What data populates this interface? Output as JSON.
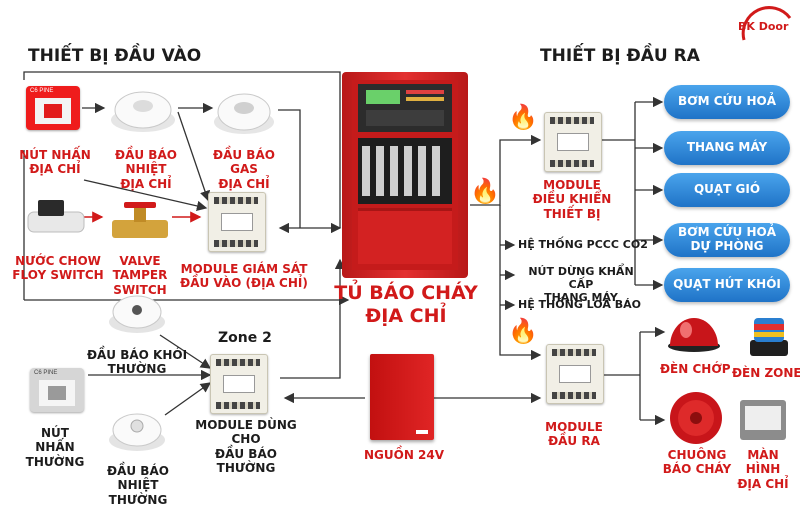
{
  "brand": {
    "name": "BK Door"
  },
  "headings": {
    "input": "THIẾT BỊ ĐẦU VÀO",
    "output": "THIẾT BỊ ĐẦU RA"
  },
  "panel": {
    "label": "TỦ BÁO CHÁY\nĐỊA CHỈ"
  },
  "zone": {
    "label": "Zone 2"
  },
  "power": {
    "label": "NGUỒN 24V"
  },
  "input_devices": {
    "addressable_call_point": "NÚT NHẤN\nĐỊA CHỈ",
    "heat_detector_addr": "ĐẦU BÁO NHIỆT\nĐỊA CHỈ",
    "gas_detector_addr": "ĐẦU BÁO GAS\nĐỊA CHỈ",
    "flow_switch": "NƯỚC CHOW\nFLOY SWITCH",
    "valve_tamper": "VALVE TAMPER\nSWITCH",
    "input_monitor_module": "MODULE GIÁM SÁT\nĐẦU VÀO (ĐỊA CHỈ)",
    "smoke_detector_conv": "ĐẦU BÁO KHÓI\nTHƯỜNG",
    "call_point_conv": "NÚT NHẤN\nTHƯỜNG",
    "heat_detector_conv": "ĐẦU BÁO NHIỆT\nTHƯỜNG",
    "conventional_module": "MODULE DÙNG CHO\nĐẦU BÁO THƯỜNG"
  },
  "output_devices": {
    "control_module": "MODULE\nĐIỀU KHIỂN\nTHIẾT BỊ",
    "pill_items": [
      "BƠM CỨU HOẢ",
      "THANG MÁY",
      "QUẠT GIÓ",
      "BƠM CỨU HOẢ\nDỰ PHÒNG",
      "QUẠT HÚT KHÓI"
    ],
    "systems": [
      "HỆ THỐNG PCCC CO2",
      "NÚT DỪNG KHẨN CẤP\nTHANG MÁY",
      "HỆ THỐNG LOA BÁO"
    ],
    "output_module": "MODULE\nĐẦU RA",
    "strobe_light": "ĐÈN CHỚP",
    "zone_light": "ĐÈN ZONE",
    "fire_bell": "CHUÔNG\nBÁO CHÁY",
    "address_display": "MÀN HÌNH\nĐỊA CHỈ"
  },
  "icons": [
    "flame-icon",
    "arrow-icon",
    "smoke-detector-icon",
    "heat-detector-icon",
    "gas-detector-icon",
    "call-point-icon",
    "flow-switch-icon",
    "valve-icon",
    "module-icon",
    "power-supply-icon",
    "strobe-light-icon",
    "zone-light-icon",
    "bell-icon",
    "lcd-display-icon",
    "fire-panel-icon"
  ],
  "colors": {
    "label_red": "#d11a1a",
    "wire": "#333333",
    "panel_red": "#d62020",
    "pill_blue": "#2b86dc"
  }
}
